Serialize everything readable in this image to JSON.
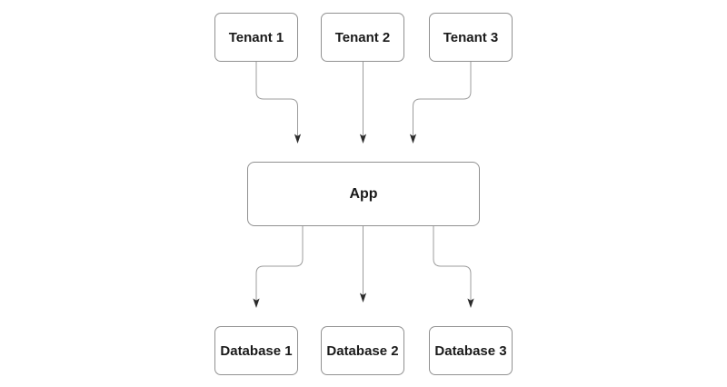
{
  "diagram": {
    "type": "flowchart",
    "nodes": {
      "tenant1": {
        "label": "Tenant 1"
      },
      "tenant2": {
        "label": "Tenant 2"
      },
      "tenant3": {
        "label": "Tenant 3"
      },
      "app": {
        "label": "App"
      },
      "db1": {
        "label": "Database 1"
      },
      "db2": {
        "label": "Database 2"
      },
      "db3": {
        "label": "Database 3"
      }
    },
    "edges": [
      {
        "from": "tenant1",
        "to": "app",
        "style": "orthogonal-rounded",
        "arrow": "classic"
      },
      {
        "from": "tenant2",
        "to": "app",
        "style": "straight",
        "arrow": "classic"
      },
      {
        "from": "tenant3",
        "to": "app",
        "style": "orthogonal-rounded",
        "arrow": "classic"
      },
      {
        "from": "app",
        "to": "db1",
        "style": "orthogonal-rounded",
        "arrow": "classic"
      },
      {
        "from": "app",
        "to": "db2",
        "style": "straight",
        "arrow": "classic"
      },
      {
        "from": "app",
        "to": "db3",
        "style": "orthogonal-rounded",
        "arrow": "classic"
      }
    ],
    "colors": {
      "background": "#ffffff",
      "node_border": "#919191",
      "edge_line": "#9c9c9c",
      "arrowhead": "#2b2b2b",
      "text": "#1a1a1a"
    }
  }
}
